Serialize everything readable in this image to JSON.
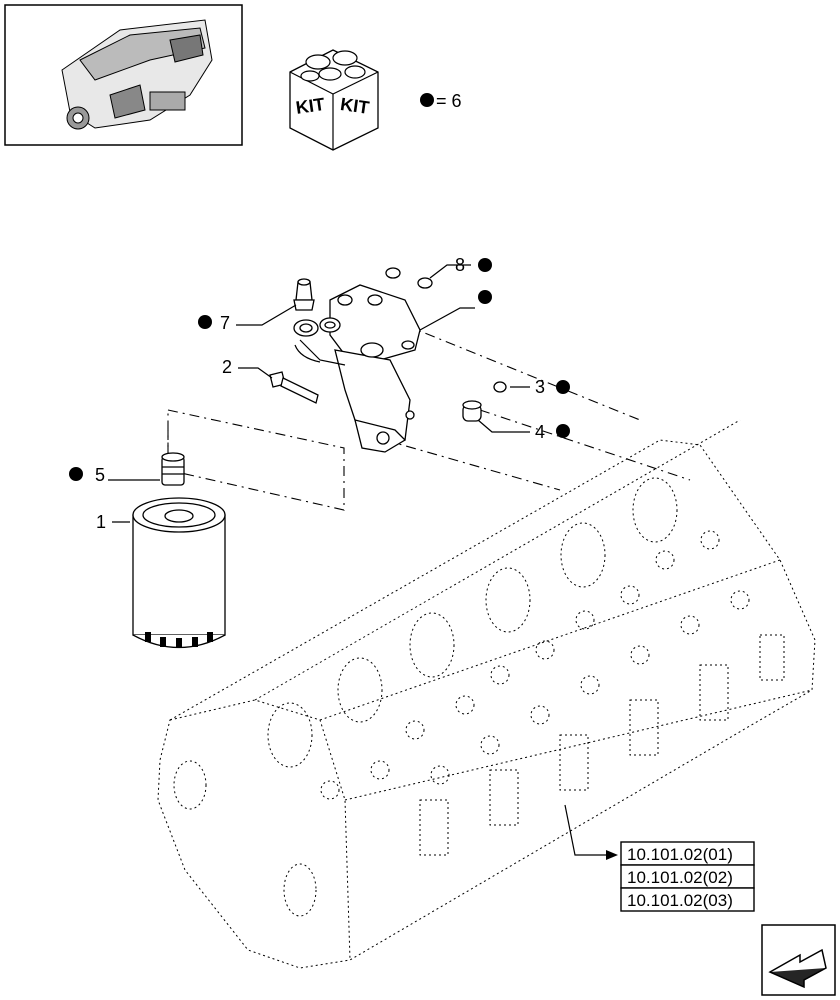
{
  "kit": {
    "label_left": "KIT",
    "label_right": "KIT",
    "legend_text": "= 6"
  },
  "callouts": {
    "c1": "1",
    "c2": "2",
    "c3": "3",
    "c4": "4",
    "c5": "5",
    "c7": "7",
    "c8": "8"
  },
  "references": [
    "10.101.02(01)",
    "10.101.02(02)",
    "10.101.02(03)"
  ],
  "icons": {
    "thumbnail": "engine-thumbnail-icon",
    "kit": "kit-box-icon",
    "kit_marker": "kit-dot-icon",
    "navigation": "next-page-arrow-icon"
  }
}
